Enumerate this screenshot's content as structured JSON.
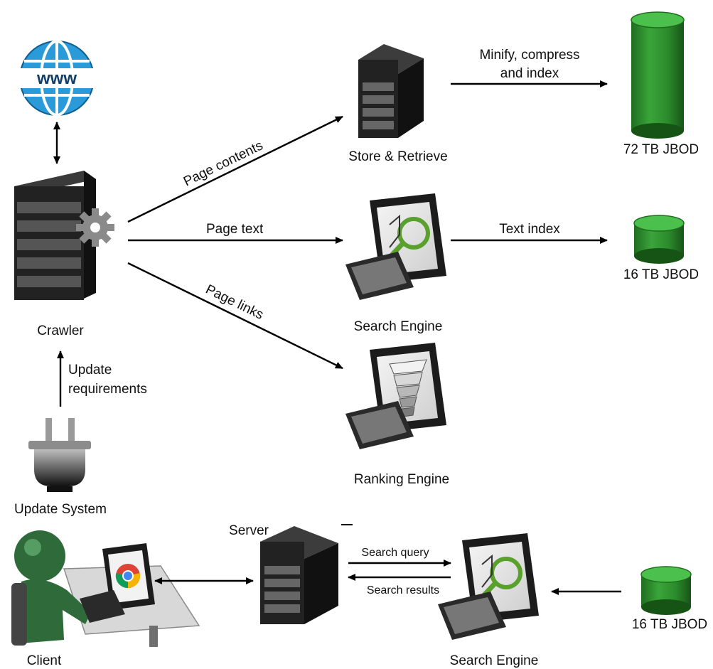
{
  "nodes": {
    "www": {
      "label": "www"
    },
    "crawler": {
      "label": "Crawler"
    },
    "update_system": {
      "label": "Update System"
    },
    "store_retrieve": {
      "label": "Store & Retrieve"
    },
    "search_engine_top": {
      "label": "Search Engine"
    },
    "ranking_engine": {
      "label": "Ranking Engine"
    },
    "jbod_72": {
      "label": "72 TB JBOD"
    },
    "jbod_16_top": {
      "label": "16 TB JBOD"
    },
    "client": {
      "label": "Client"
    },
    "server": {
      "label": "Server"
    },
    "search_engine_bottom": {
      "label": "Search Engine"
    },
    "jbod_16_bottom": {
      "label": "16 TB JBOD"
    }
  },
  "edges": {
    "page_contents": {
      "label": "Page contents"
    },
    "page_text": {
      "label": "Page text"
    },
    "page_links": {
      "label": "Page links"
    },
    "minify": {
      "line1": "Minify, compress",
      "line2": "and index"
    },
    "text_index": {
      "label": "Text index"
    },
    "update_req": {
      "line1": "Update",
      "line2": "requirements"
    },
    "search_query": {
      "label": "Search query"
    },
    "search_results": {
      "label": "Search results"
    }
  },
  "colors": {
    "storage_green": "#2e8b2e",
    "server_dark": "#1e1e1e",
    "globe_blue": "#2a9bd8",
    "person_green": "#2f6a3a"
  }
}
